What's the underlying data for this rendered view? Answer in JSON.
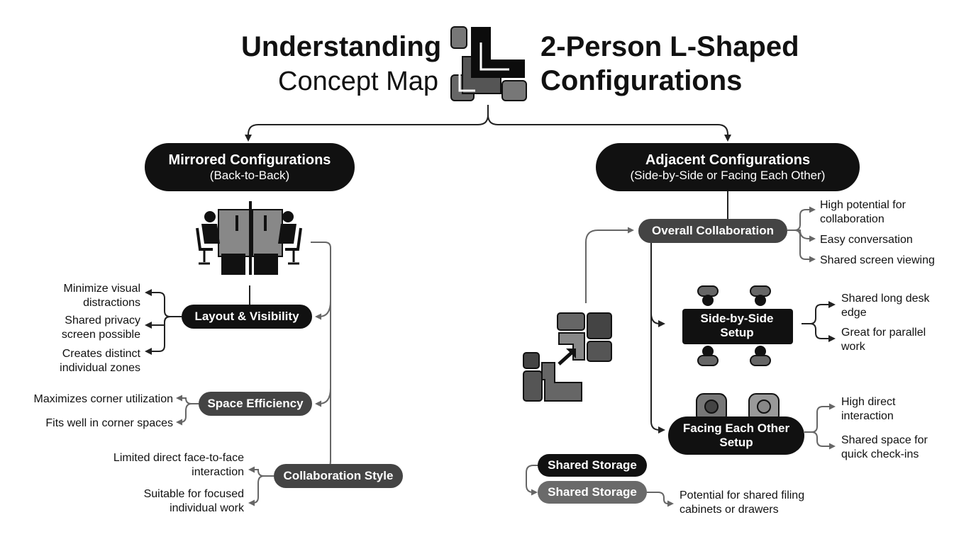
{
  "title": {
    "left_bold": "Understanding",
    "left_light": "Concept Map",
    "right_line1": "2-Person L-Shaped",
    "right_line2": "Configurations"
  },
  "mirrored": {
    "title": "Mirrored Configurations",
    "subtitle": "(Back-to-Back)",
    "layout": {
      "label": "Layout & Visibility",
      "items": [
        "Minimize visual\ndistractions",
        "Shared privacy\nscreen possible",
        "Creates distinct\nindividual zones"
      ]
    },
    "space": {
      "label": "Space Efficiency",
      "items": [
        "Maximizes corner utilization",
        "Fits well in corner spaces"
      ]
    },
    "collab": {
      "label": "Collaboration Style",
      "items": [
        "Limited direct face-to-face\ninteraction",
        "Suitable for focused\nindividual work"
      ]
    }
  },
  "adjacent": {
    "title": "Adjacent Configurations",
    "subtitle": "(Side-by-Side or Facing Each Other)",
    "overall": {
      "label": "Overall Collaboration",
      "items": [
        "High potential for\ncollaboration",
        "Easy conversation",
        "Shared screen viewing"
      ]
    },
    "side": {
      "label": "Side-by-Side\nSetup",
      "items": [
        "Shared long desk\nedge",
        "Great for parallel\nwork"
      ]
    },
    "facing": {
      "label": "Facing Each Other\nSetup",
      "items": [
        "High direct\ninteraction",
        "Shared space for\nquick check-ins"
      ]
    },
    "storage_dark": "Shared Storage",
    "storage_light": "Shared Storage",
    "storage_item": "Potential for shared filing\ncabinets or drawers"
  },
  "colors": {
    "dark": "#111111",
    "mid": "#444444",
    "light": "#6a6a6a",
    "line": "#222222"
  },
  "icons": [
    "l-shape-logo-icon",
    "back-to-back-desks-icon",
    "l-shape-join-icon",
    "side-by-side-desk-icon",
    "facing-desk-icon"
  ]
}
